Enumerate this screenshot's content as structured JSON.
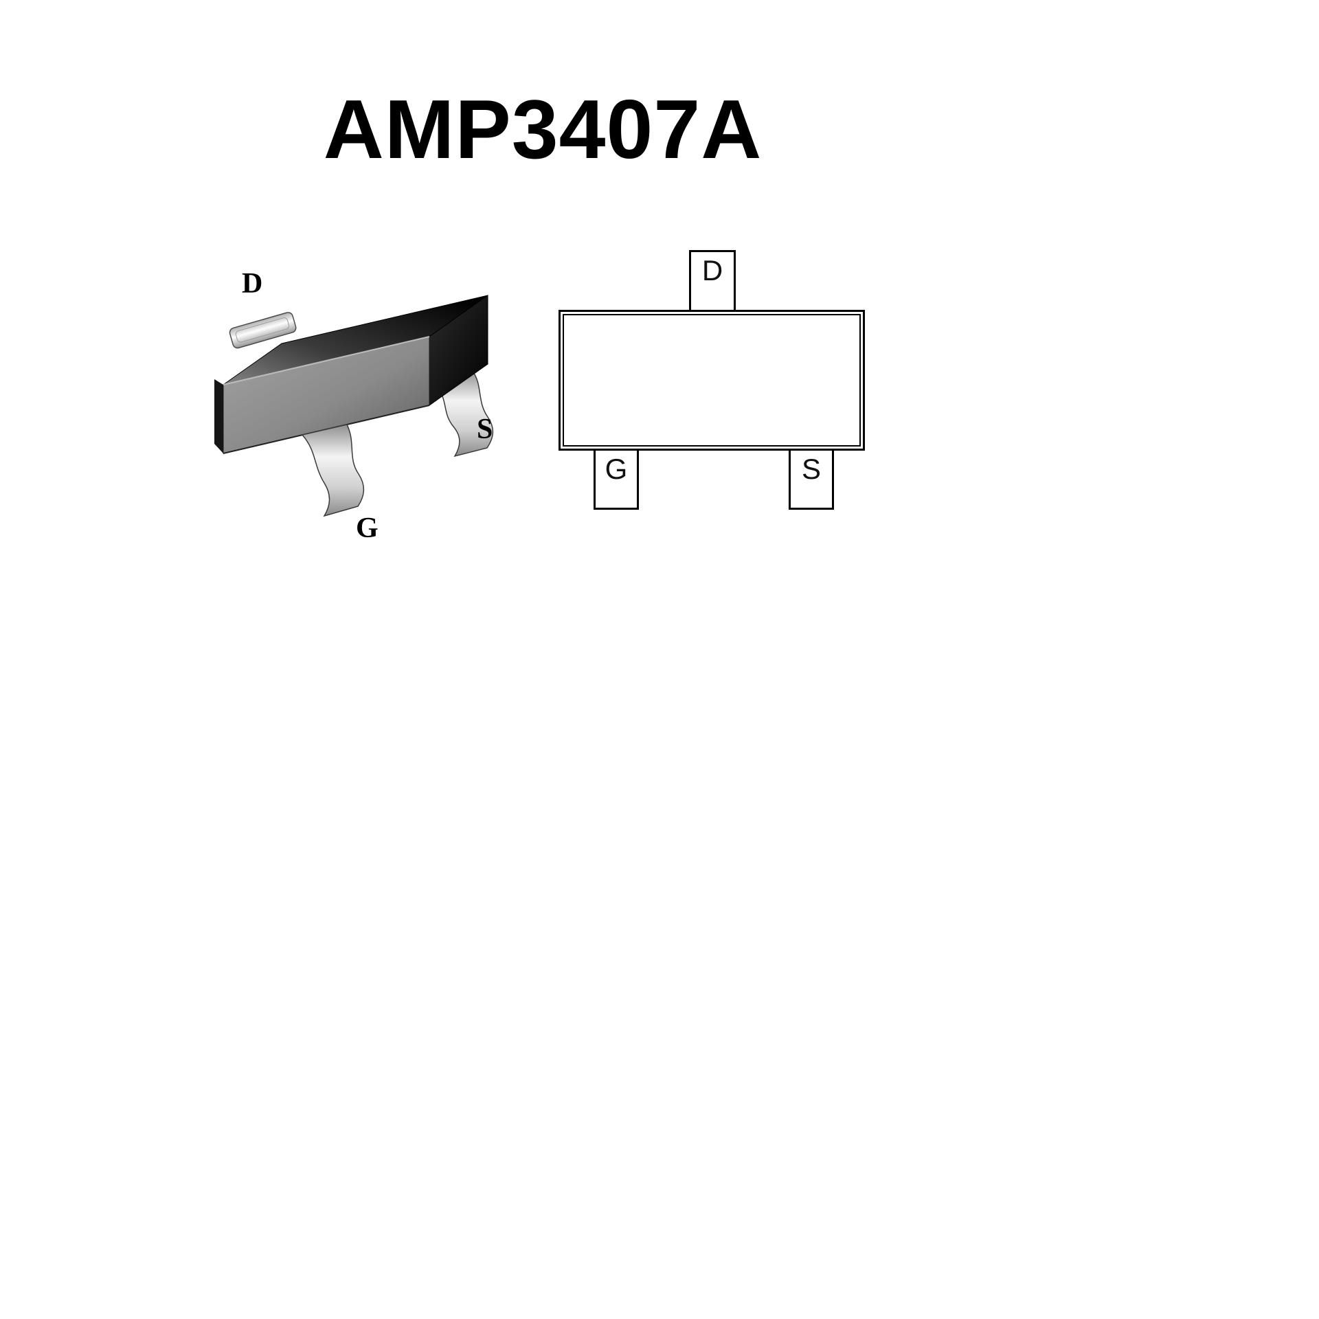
{
  "title": "AMP3407A",
  "figure3d": {
    "labels": {
      "d": "D",
      "s": "S",
      "g": "G"
    }
  },
  "pinout": {
    "pins": {
      "top": "D",
      "bottom_left": "G",
      "bottom_right": "S"
    }
  },
  "colors": {
    "background": "#ffffff",
    "outline": "#000000",
    "body_dark": "#000000",
    "body_light": "#8c8c8c",
    "pin_metal": "#e8e8e8"
  }
}
